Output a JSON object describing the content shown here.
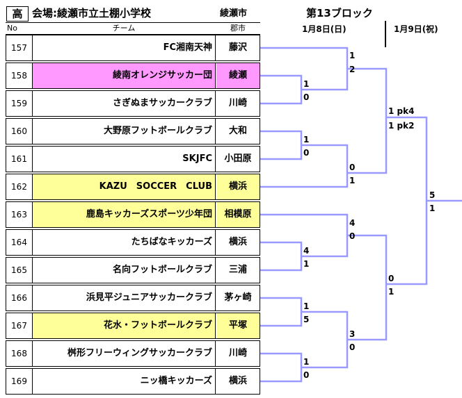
{
  "header": {
    "category": "高",
    "venue": "会場:綾瀬市立土棚小学校",
    "host_city": "綾瀬市",
    "block": "第13ブロック",
    "date1": "1月8日(日)",
    "date2": "1月9日(祝)"
  },
  "columns": {
    "no": "No",
    "team": "チーム",
    "city": "郡市"
  },
  "rows": [
    {
      "no": "157",
      "team": "FC湘南天神",
      "city": "藤沢",
      "bg": "#ffffff"
    },
    {
      "no": "158",
      "team": "綾南オレンジサッカー団",
      "city": "綾瀬",
      "bg": "#ff99ff"
    },
    {
      "no": "159",
      "team": "さぎぬまサッカークラブ",
      "city": "川崎",
      "bg": "#ffffff"
    },
    {
      "no": "160",
      "team": "大野原フットボールクラブ",
      "city": "大和",
      "bg": "#ffffff"
    },
    {
      "no": "161",
      "team": "SKJFC",
      "city": "小田原",
      "bg": "#ffffff"
    },
    {
      "no": "162",
      "team": "KAZU　SOCCER　CLUB",
      "city": "横浜",
      "bg": "#ffff99"
    },
    {
      "no": "163",
      "team": "鹿島キッカーズスポーツ少年団",
      "city": "相模原",
      "bg": "#ffff99"
    },
    {
      "no": "164",
      "team": "たちばなキッカーズ",
      "city": "横浜",
      "bg": "#ffffff"
    },
    {
      "no": "165",
      "team": "名向フットボールクラブ",
      "city": "三浦",
      "bg": "#ffffff"
    },
    {
      "no": "166",
      "team": "浜見平ジュニアサッカークラブ",
      "city": "茅ヶ崎",
      "bg": "#ffffff"
    },
    {
      "no": "167",
      "team": "花水・フットボールクラブ",
      "city": "平塚",
      "bg": "#ffff99"
    },
    {
      "no": "168",
      "team": "桝形フリーウィングサッカークラブ",
      "city": "川崎",
      "bg": "#ffffff"
    },
    {
      "no": "169",
      "team": "ニッ橋キッカーズ",
      "city": "横浜",
      "bg": "#ffffff"
    }
  ],
  "scores": {
    "r1_158_159_top": "1",
    "r1_158_159_bot": "0",
    "r1_160_161_top": "1",
    "r1_160_161_bot": "0",
    "r1_164_165_top": "4",
    "r1_164_165_bot": "1",
    "r1_166_167_top": "1",
    "r1_166_167_bot": "5",
    "r1_168_169_top": "1",
    "r1_168_169_bot": "0",
    "r2_157_top": "1",
    "r2_157_bot": "2",
    "r2_162_top": "0",
    "r2_162_bot": "1",
    "r2_163_top": "4",
    "r2_163_bot": "0",
    "r2_167_top": "3",
    "r2_167_bot": "0",
    "r3_upper_top": "1 pk4",
    "r3_upper_bot": "1 pk2",
    "r3_lower_top": "0",
    "r3_lower_bot": "1",
    "final_top": "5",
    "final_bot": "1"
  },
  "colors": {
    "bracket_line": "#9999ff",
    "pink": "#ff99ff",
    "yellow": "#ffff99"
  }
}
